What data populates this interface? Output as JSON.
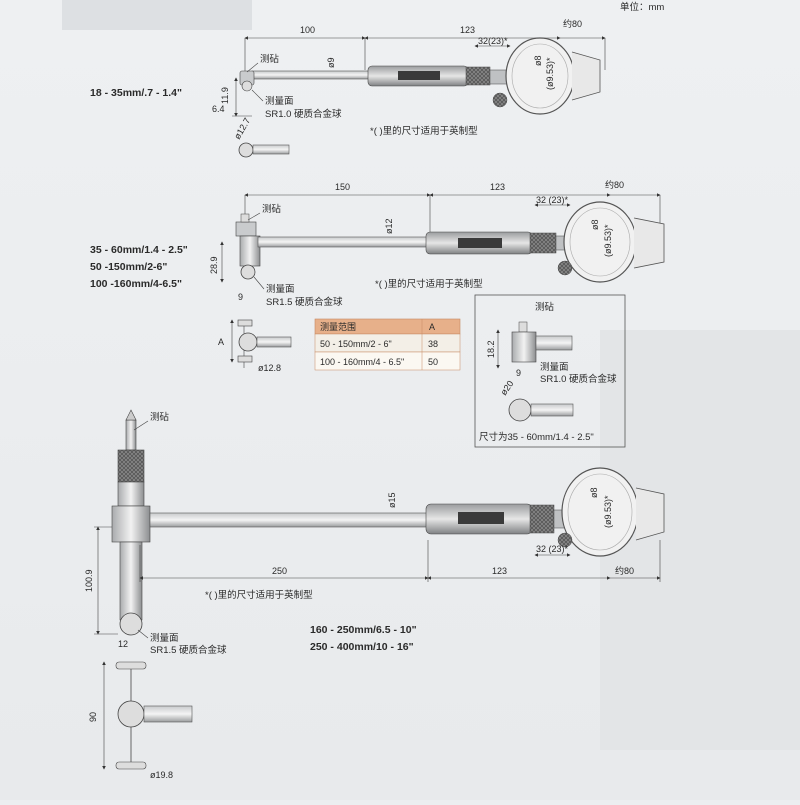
{
  "unit_label": "单位：mm",
  "footnote": "*( )里的尺寸适用于英制型",
  "labels": {
    "anvil": "测砧",
    "contact_face": "测量面",
    "ball_sr10": "SR1.0 硬质合金球",
    "ball_sr15": "SR1.5 硬质合金球"
  },
  "gauge1": {
    "range": "18 - 35mm/.7 - 1.4\"",
    "dims": {
      "len_a": "100",
      "len_b": "123",
      "about80": "约80",
      "d32": "32(23)*",
      "d8": "ø8",
      "d9": "ø9",
      "d953": "(ø9.53)*",
      "h119": "11.9",
      "w64": "6.4",
      "d127": "ø12.7"
    }
  },
  "gauge2": {
    "ranges": [
      "35 - 60mm/1.4 - 2.5\"",
      "50 -150mm/2-6\"",
      "100 -160mm/4-6.5\""
    ],
    "dims": {
      "len_a": "150",
      "len_b": "123",
      "about80": "约80",
      "d32": "32 (23)*",
      "d8": "ø8",
      "d12": "ø12",
      "d953": "(ø9.53)*",
      "h289": "28.9",
      "w9": "9",
      "d128": "ø12.8",
      "a": "A"
    },
    "table": {
      "header": [
        "测量范围",
        "A"
      ],
      "rows": [
        {
          "range": "50 - 150mm/2 - 6\"",
          "a": "38"
        },
        {
          "range": "100 - 160mm/4 - 6.5\"",
          "a": "50"
        }
      ]
    },
    "inset": {
      "h182": "18.2",
      "w9": "9",
      "d20": "ø20",
      "note": "尺寸为35 - 60mm/1.4 - 2.5\""
    }
  },
  "gauge3": {
    "ranges": [
      "160 - 250mm/6.5 - 10\"",
      "250 - 400mm/10 - 16\""
    ],
    "dims": {
      "len_a": "250",
      "len_b": "123",
      "about80": "约80",
      "d32": "32 (23)*",
      "d8": "ø8",
      "d15": "ø15",
      "d953": "(ø9.53)*",
      "h1009": "100.9",
      "w12": "12",
      "h90": "90",
      "d198": "ø19.8"
    }
  }
}
